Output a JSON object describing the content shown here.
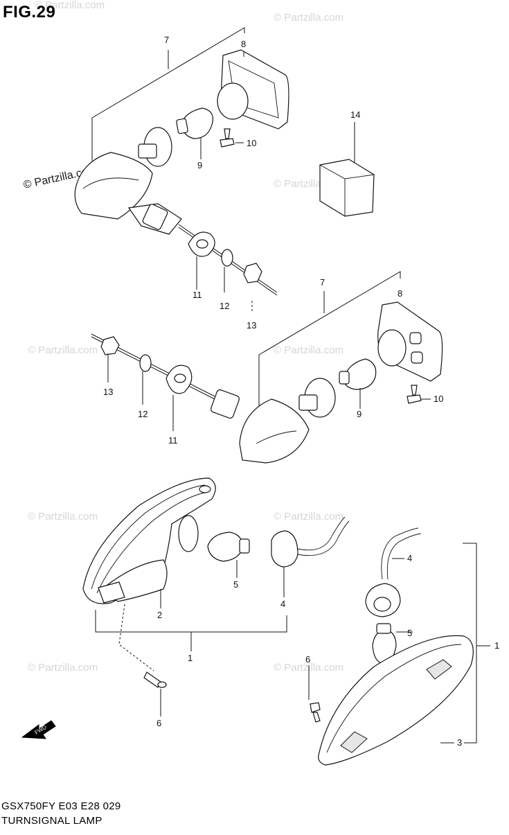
{
  "figure": {
    "title": "FIG.29",
    "model_code": "GSX750FY E03 E28  029",
    "section_name": "TURNSIGNAL LAMP"
  },
  "watermark": {
    "text": "© Partzilla.com",
    "prominent_text": "© Partzilla.com"
  },
  "fwd_label": "FWD",
  "callouts": {
    "upper_assembly": [
      "7",
      "8",
      "14",
      "10",
      "9",
      "11",
      "12",
      "13"
    ],
    "middle_assembly": [
      "7",
      "8",
      "13",
      "12",
      "11",
      "9",
      "10"
    ],
    "lower_left": [
      "5",
      "4",
      "2",
      "1",
      "6"
    ],
    "lower_right": [
      "4",
      "5",
      "1",
      "6",
      "3"
    ]
  }
}
